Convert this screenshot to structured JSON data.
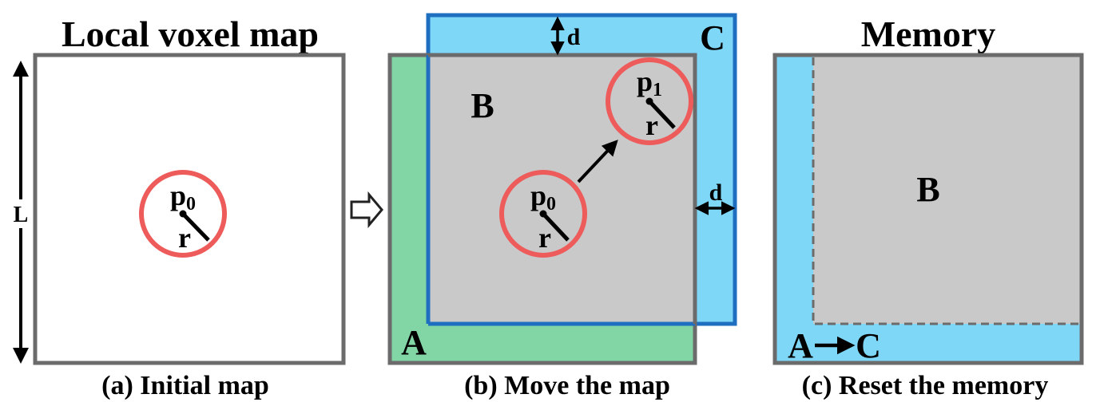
{
  "panels": {
    "a": {
      "title": "Local voxel map",
      "caption": "(a) Initial map",
      "side_label": "L",
      "center": {
        "base": "p",
        "sub": "0"
      },
      "radius_label": "r"
    },
    "b": {
      "caption": "(b) Move the map",
      "region_a": "A",
      "region_b": "B",
      "region_c": "C",
      "offset_label_top": "d",
      "offset_label_right": "d",
      "start": {
        "base": "p",
        "sub": "0"
      },
      "end": {
        "base": "p",
        "sub": "1"
      },
      "radius_label": "r"
    },
    "c": {
      "title": "Memory",
      "caption": "(c) Reset the memory",
      "region_b": "B",
      "reset_from": "A",
      "reset_to": "C"
    }
  },
  "colors": {
    "map_border": "#6b6b6b",
    "gray_fill": "#c9c9c9",
    "green_fill": "#82d6a6",
    "blue_fill": "#7fd7f8",
    "blue_border": "#1f6fc0",
    "circle": "#ee5b5b"
  }
}
